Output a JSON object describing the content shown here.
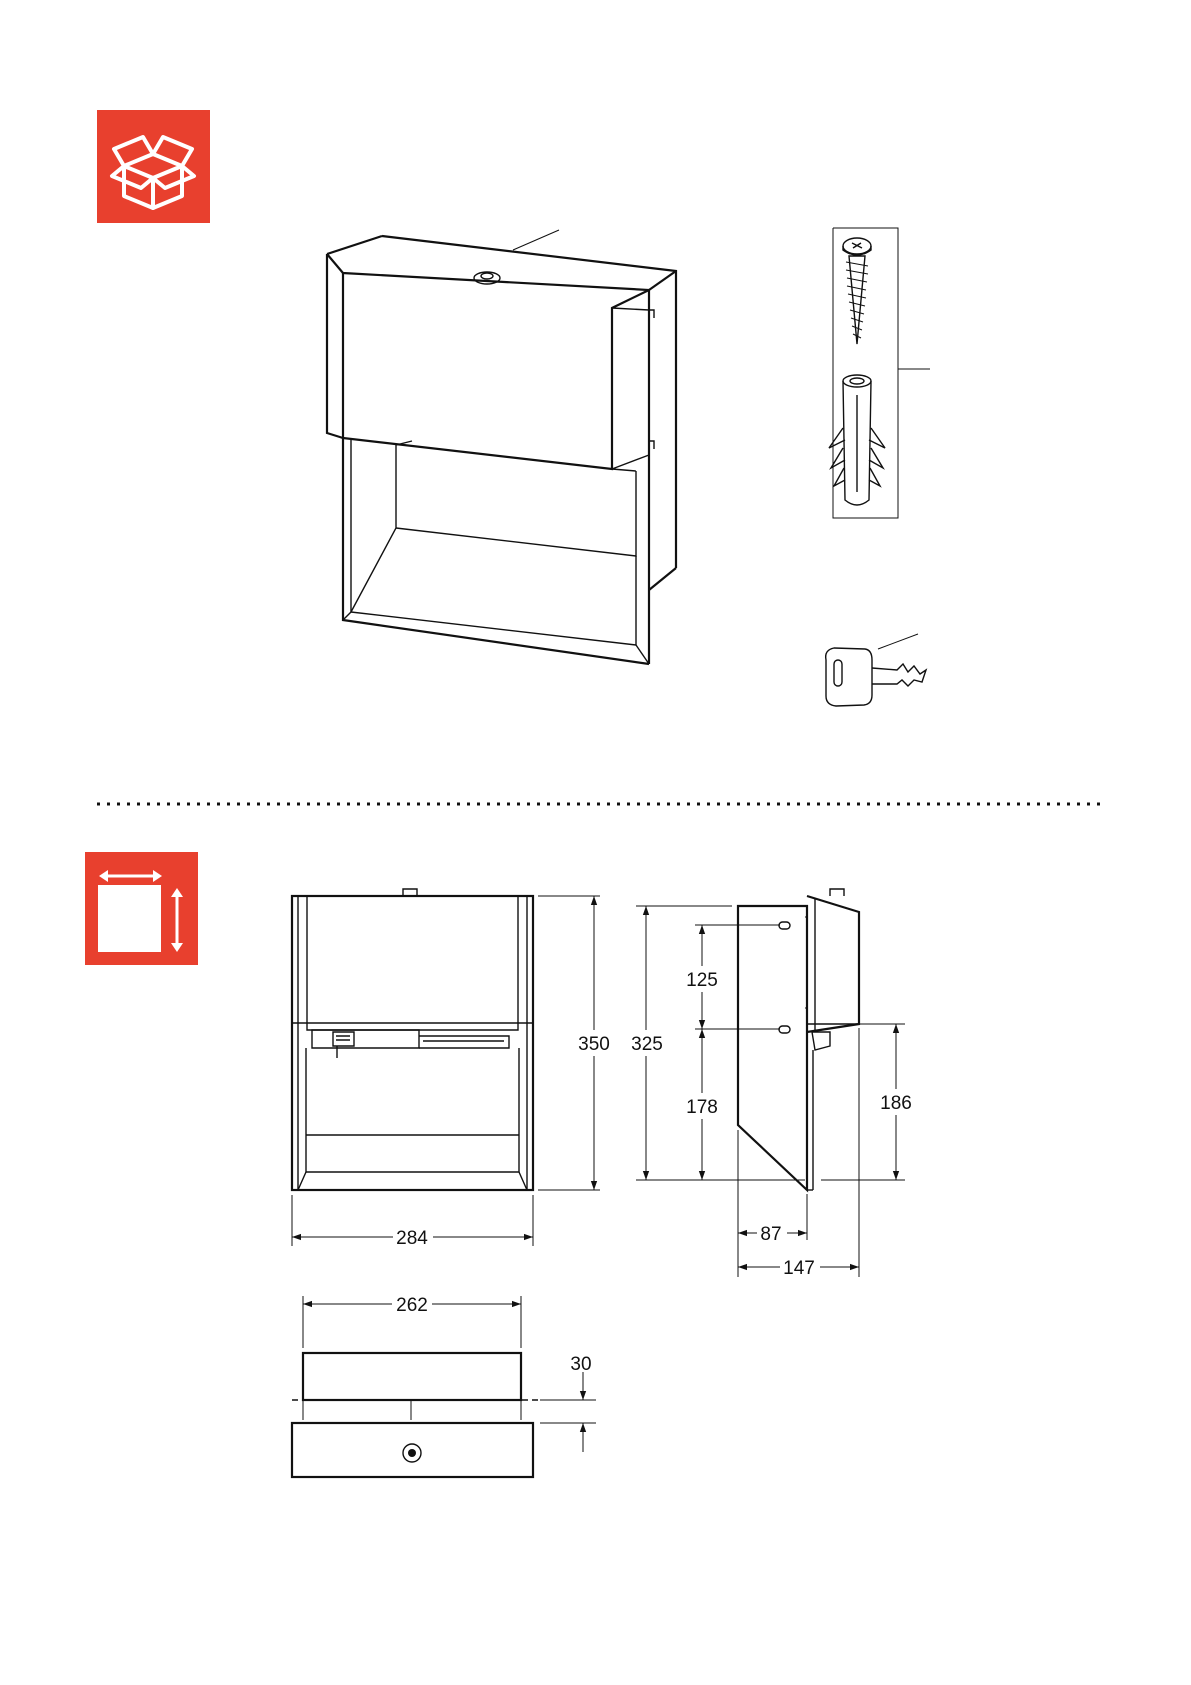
{
  "colors": {
    "icon_bg": "#E8402E",
    "icon_fg": "#FFFFFF",
    "ink": "#111111"
  },
  "icons": {
    "package_contents": "open-box-icon",
    "dimensions": "dimensions-icon"
  },
  "dimensions": {
    "front_height": "350",
    "side_total_height": "325",
    "hole_spacing": "125",
    "lower_hole_height": "178",
    "side_lower_height": "186",
    "front_width": "284",
    "wall_depth": "87",
    "total_depth": "147",
    "bottom_width": "262",
    "flange_depth": "30"
  }
}
